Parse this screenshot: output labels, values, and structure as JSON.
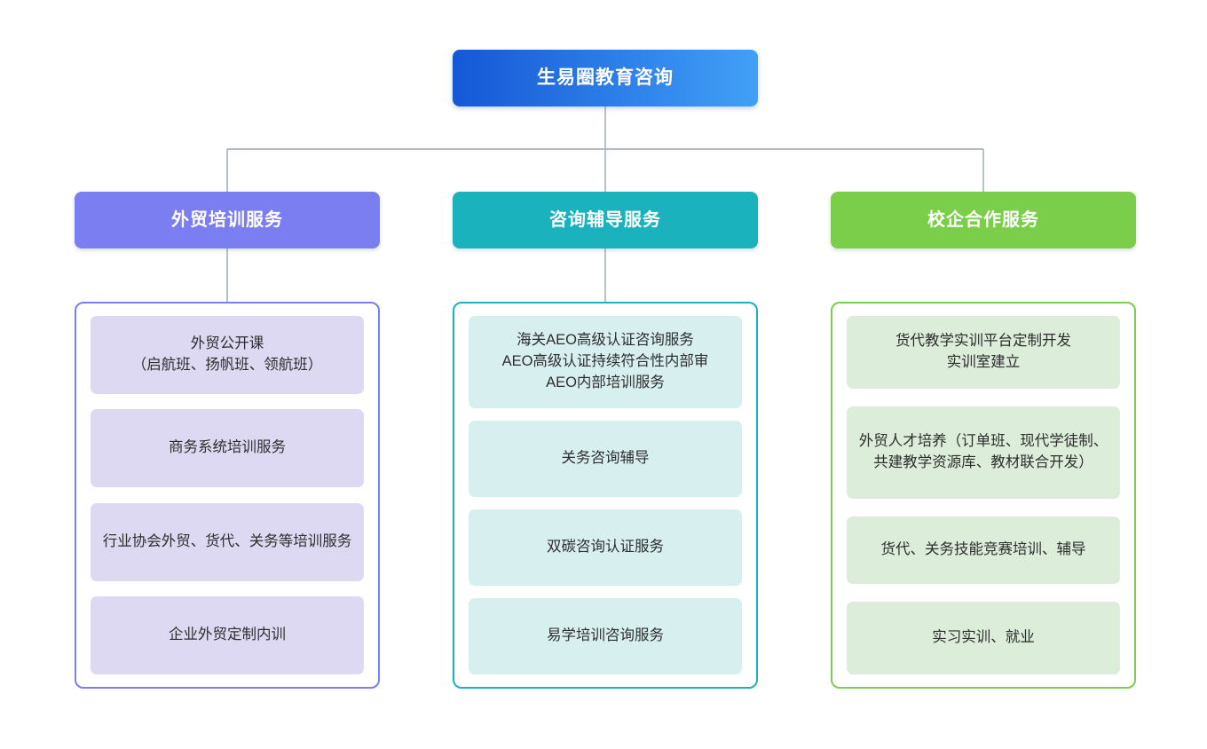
{
  "diagram": {
    "type": "organization-tree",
    "orientation": "top-down",
    "background_color": "#ffffff",
    "connector_color": "#9aa7b4",
    "root": {
      "label": "生易圈教育咨询",
      "gradient_from": "#1558d6",
      "gradient_to": "#41a0f7",
      "text_color": "#ffffff"
    },
    "branches": [
      {
        "id": "branch-foreign-trade-training",
        "header_label": "外贸培训服务",
        "header_color": "#7b7ef0",
        "panel_border_color": "#7b7ef0",
        "chip_color": "#ddd9f3",
        "text_color": "#2e2e2e",
        "has_header_connector": true,
        "items": [
          "外贸公开课\n（启航班、扬帆班、领航班）",
          "商务系统培训服务",
          "行业协会外贸、货代、关务等培训服务",
          "企业外贸定制内训"
        ]
      },
      {
        "id": "branch-consulting-tutoring",
        "header_label": "咨询辅导服务",
        "header_color": "#19b2bd",
        "panel_border_color": "#19b2bd",
        "chip_color": "#d8eff0",
        "text_color": "#2e2e2e",
        "has_header_connector": true,
        "items": [
          "海关AEO高级认证咨询服务\nAEO高级认证持续符合性内部审\nAEO内部培训服务",
          "关务咨询辅导",
          "双碳咨询认证服务",
          "易学培训咨询服务"
        ]
      },
      {
        "id": "branch-school-enterprise",
        "header_label": "校企合作服务",
        "header_color": "#7ace4a",
        "panel_border_color": "#7ace4a",
        "chip_color": "#dcedda",
        "text_color": "#2e2e2e",
        "has_header_connector": false,
        "items": [
          "货代教学实训平台定制开发\n实训室建立",
          "外贸人才培养（订单班、现代学徒制、共建教学资源库、教材联合开发）",
          "货代、关务技能竞赛培训、辅导",
          "实习实训、就业"
        ]
      }
    ]
  }
}
